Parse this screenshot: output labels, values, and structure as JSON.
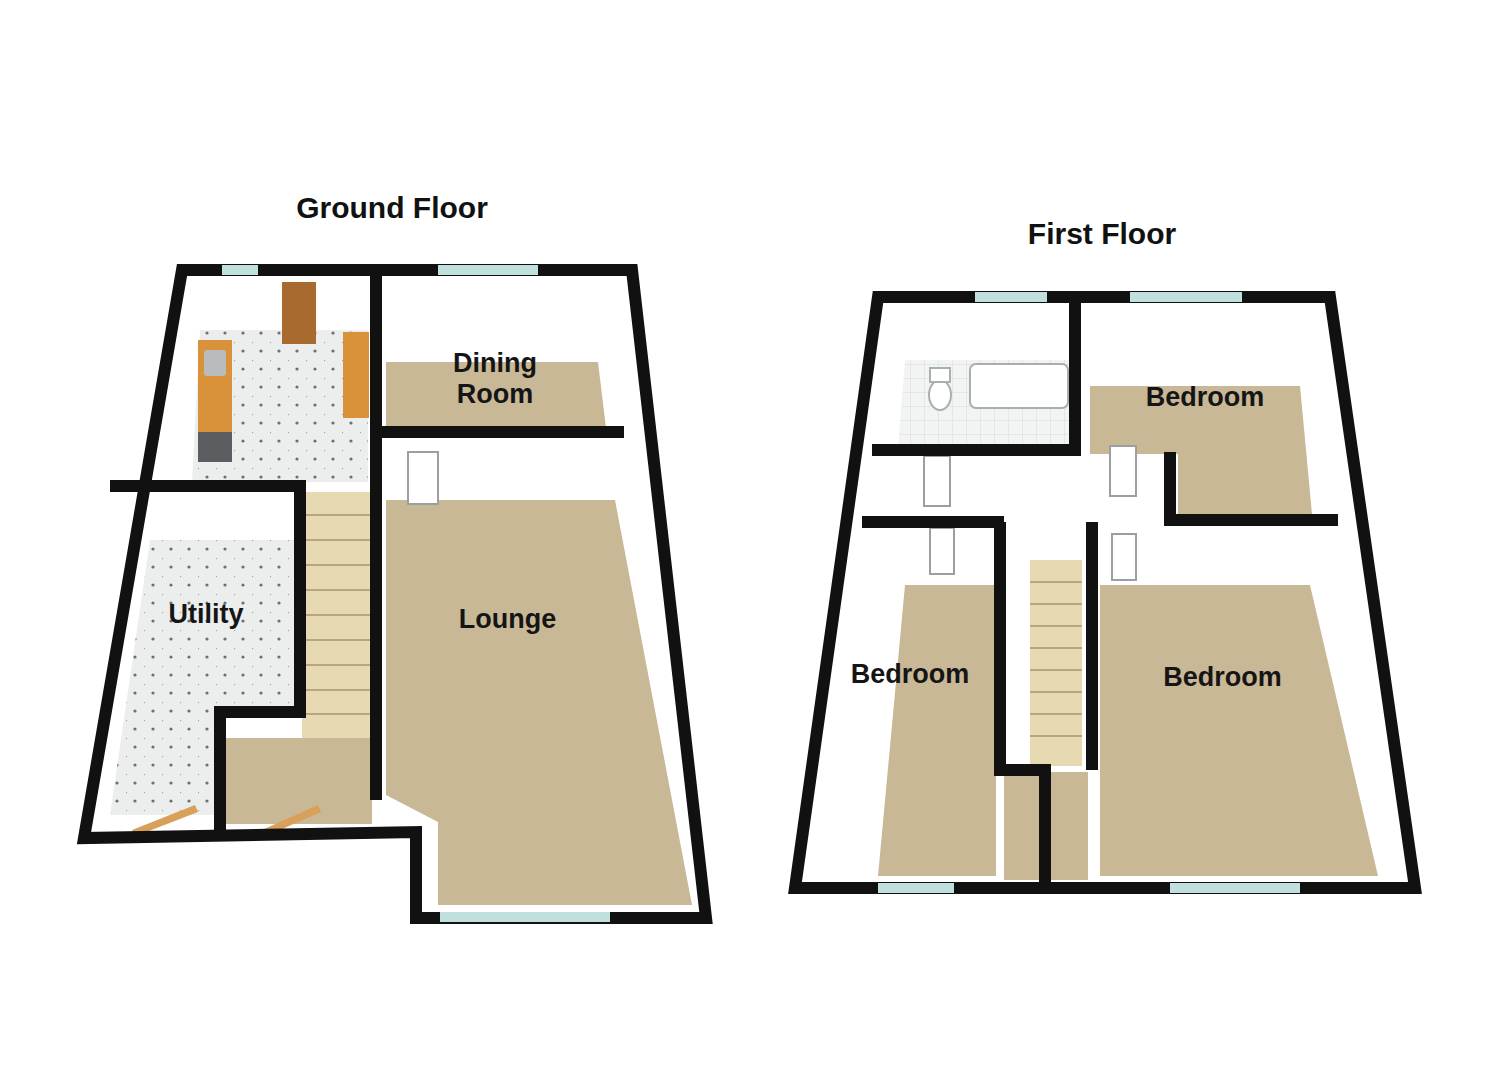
{
  "diagram": {
    "nodes": [
      {
        "text": [
          "Ground Floor"
        ]
      },
      {
        "text": [
          "Dining Room"
        ],
        "in": 0
      },
      {
        "text": [
          "Utility"
        ],
        "in": 0
      },
      {
        "text": [
          "Lounge"
        ],
        "in": 0
      },
      {
        "text": [
          "First Floor"
        ]
      },
      {
        "text": [
          "Bedroom"
        ],
        "in": 4
      },
      {
        "text": [
          "Bedroom"
        ],
        "in": 4
      },
      {
        "text": [
          "Bedroom"
        ],
        "in": 4
      }
    ]
  }
}
